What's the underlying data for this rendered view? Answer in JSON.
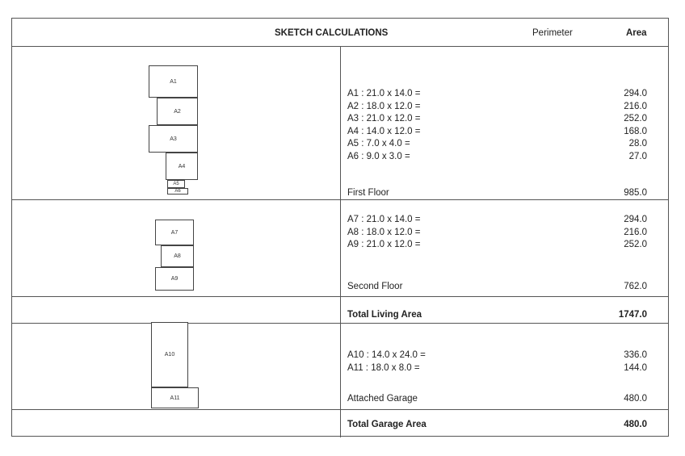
{
  "header": {
    "title": "SKETCH CALCULATIONS",
    "perimeter": "Perimeter",
    "area": "Area"
  },
  "first_floor": {
    "rows": [
      {
        "label": "A1 : 21.0 x 14.0 =",
        "area": "294.0"
      },
      {
        "label": "A2 : 18.0 x 12.0 =",
        "area": "216.0"
      },
      {
        "label": "A3 : 21.0 x 12.0 =",
        "area": "252.0"
      },
      {
        "label": "A4 : 14.0 x 12.0 =",
        "area": "168.0"
      },
      {
        "label": "A5 : 7.0 x 4.0 =",
        "area": "28.0"
      },
      {
        "label": "A6 : 9.0 x 3.0 =",
        "area": "27.0"
      }
    ],
    "subtotal_label": "First Floor",
    "subtotal": "985.0",
    "sketch": [
      "A1",
      "A2",
      "A3",
      "A4",
      "A5",
      "A6"
    ]
  },
  "second_floor": {
    "rows": [
      {
        "label": "A7 : 21.0 x 14.0 =",
        "area": "294.0"
      },
      {
        "label": "A8 : 18.0 x 12.0 =",
        "area": "216.0"
      },
      {
        "label": "A9 : 21.0 x 12.0 =",
        "area": "252.0"
      }
    ],
    "subtotal_label": "Second Floor",
    "subtotal": "762.0",
    "sketch": [
      "A7",
      "A8",
      "A9"
    ]
  },
  "total_living": {
    "label": "Total Living Area",
    "value": "1747.0"
  },
  "garage": {
    "rows": [
      {
        "label": "A10 : 14.0 x 24.0 =",
        "area": "336.0"
      },
      {
        "label": "A11 : 18.0 x 8.0 =",
        "area": "144.0"
      }
    ],
    "subtotal_label": "Attached Garage",
    "subtotal": "480.0",
    "sketch": [
      "A10",
      "A11"
    ]
  },
  "total_garage": {
    "label": "Total Garage Area",
    "value": "480.0"
  }
}
